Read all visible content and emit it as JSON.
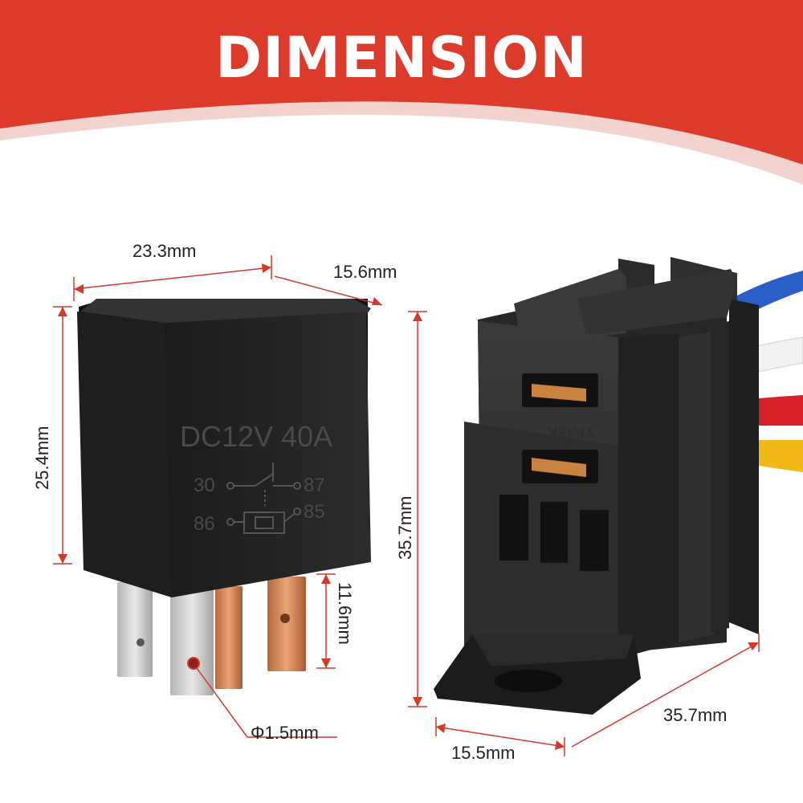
{
  "header": {
    "title": "DIMENSION"
  },
  "relay": {
    "rating": "DC12V 40A",
    "pins": {
      "p30": "30",
      "p87": "87",
      "p86": "86",
      "p85": "85"
    }
  },
  "socket": {
    "label": "YPA6K"
  },
  "dimensions": {
    "relay_width": "23.3mm",
    "relay_depth": "15.6mm",
    "relay_height": "25.4mm",
    "pin_length": "11.6mm",
    "pin_hole": "Φ1.5mm",
    "socket_height": "35.7mm",
    "socket_length": "35.7mm",
    "socket_width": "15.5mm"
  },
  "colors": {
    "brand_red": "#dc3a2a",
    "dimension_red": "#d23a2c",
    "wire_colors": [
      "#2a5fc8",
      "#f2f2f2",
      "#d61f26",
      "#f2b817"
    ]
  }
}
